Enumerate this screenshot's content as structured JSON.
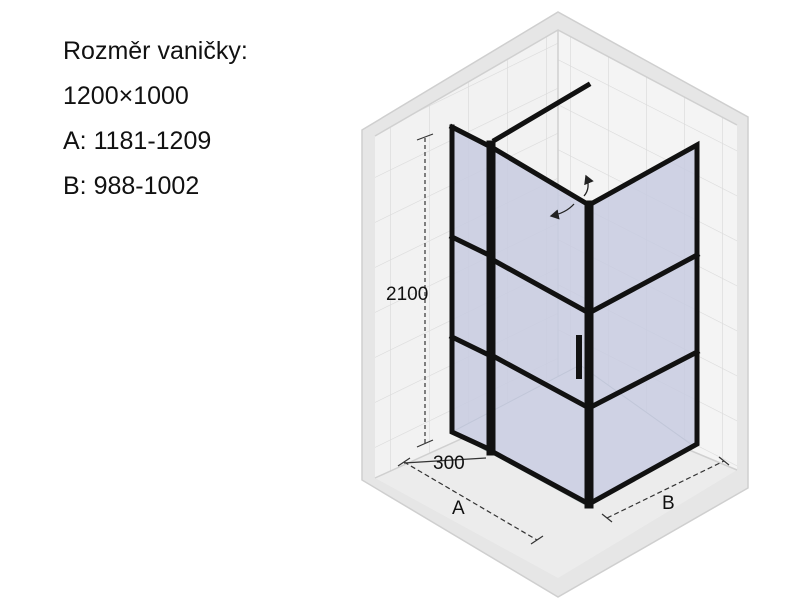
{
  "spec": {
    "label": "Rozměr vaničky:",
    "tray_size": "1200×1000",
    "dim_a": "A: 1181-1209",
    "dim_b": "B: 988-1002"
  },
  "drawing": {
    "height_label": "2100",
    "fixed_panel_label": "300",
    "side_a_label": "A",
    "side_b_label": "B"
  },
  "colors": {
    "frame": "#111111",
    "glass": "#c8cbe0",
    "tile": "#f2f2f2",
    "tile_grout": "#d6d6d6"
  }
}
